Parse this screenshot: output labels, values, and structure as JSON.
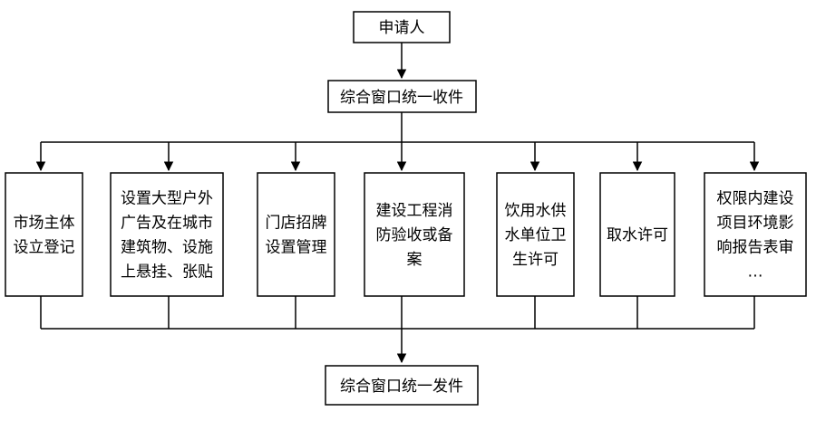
{
  "top": {
    "applicant": "申请人",
    "intake": "综合窗口统一收件"
  },
  "departments": [
    {
      "lines": [
        "市场主体",
        "设立登记"
      ]
    },
    {
      "lines": [
        "设置大型户外",
        "广告及在城市",
        "建筑物、设施",
        "上悬挂、张贴"
      ]
    },
    {
      "lines": [
        "门店招牌",
        "设置管理"
      ]
    },
    {
      "lines": [
        "建设工程消",
        "防验收或备",
        "案"
      ]
    },
    {
      "lines": [
        "饮用水供",
        "水单位卫",
        "生许可"
      ]
    },
    {
      "lines": [
        "取水许可"
      ]
    },
    {
      "lines": [
        "权限内建设",
        "项目环境影",
        "响报告表审",
        "…"
      ]
    }
  ],
  "bottom": {
    "issue": "综合窗口统一发件"
  }
}
